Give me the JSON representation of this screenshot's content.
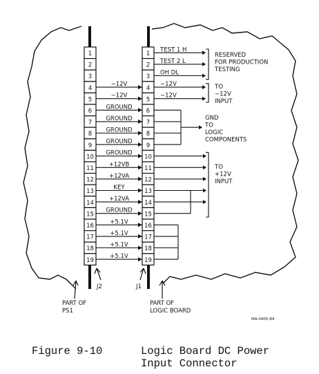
{
  "ps1_pins": [
    "1",
    "2",
    "3",
    "4",
    "5",
    "6",
    "7",
    "8",
    "9",
    "10",
    "11",
    "12",
    "13",
    "14",
    "15",
    "16",
    "17",
    "18",
    "19"
  ],
  "j1_pins": [
    "1",
    "2",
    "3",
    "4",
    "5",
    "6",
    "7",
    "8",
    "9",
    "10",
    "11",
    "12",
    "13",
    "14",
    "15",
    "16",
    "17",
    "18",
    "19"
  ],
  "wire_labels": [
    "",
    "",
    "",
    "−12V",
    "−12V",
    "GROUND",
    "GROUND",
    "GROUND",
    "GROUND",
    "GROUND",
    "+12VB",
    "+12VA",
    "KEY",
    "+12VA",
    "GROUND",
    "+5.1V",
    "+5.1V",
    "+5.1V",
    "+5.1V"
  ],
  "right_signals": [
    "TEST 1 H",
    "TEST 2 L",
    "OH DL",
    "−12V",
    "−12V"
  ],
  "groups": {
    "reserved": [
      "RESERVED",
      "FOR PRODUCTION",
      "TESTING"
    ],
    "neg12": [
      "TO",
      "−12V",
      "INPUT"
    ],
    "gnd": [
      "GND",
      "TO",
      "LOGIC",
      "COMPONENTS"
    ],
    "pos12": [
      "TO",
      "+12V",
      "INPUT"
    ]
  },
  "connectors": {
    "j2": "J2",
    "j1": "J1"
  },
  "part_ps1": [
    "PART OF",
    "PS1"
  ],
  "part_logic": [
    "PART OF",
    "LOGIC BOARD"
  ],
  "drawing_code": "MA-0405-84",
  "figure": {
    "number": "Figure 9-10",
    "title_line1": "Logic Board DC Power",
    "title_line2": "Input Connector"
  }
}
